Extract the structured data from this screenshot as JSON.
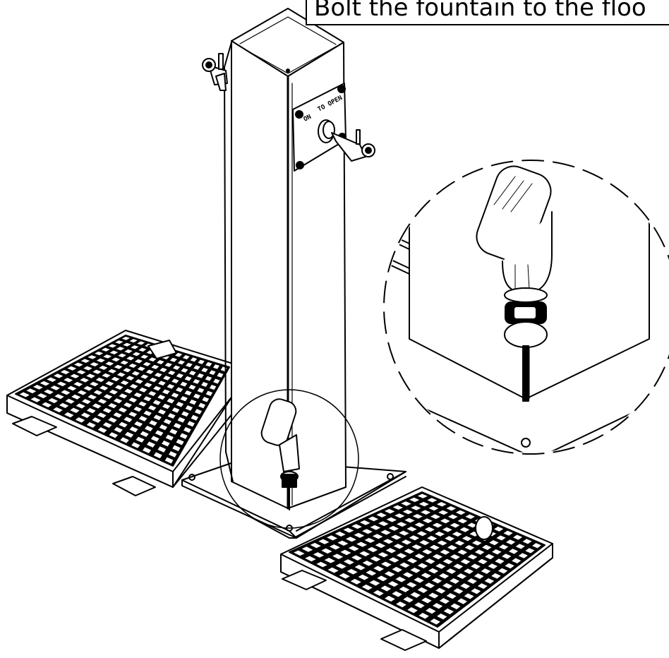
{
  "caption": "Bolt the fountain to the floo",
  "valve_plate": {
    "left_label": "ON",
    "right_label": "TO OPEN"
  },
  "colors": {
    "ink": "#000000",
    "paper": "#ffffff"
  }
}
